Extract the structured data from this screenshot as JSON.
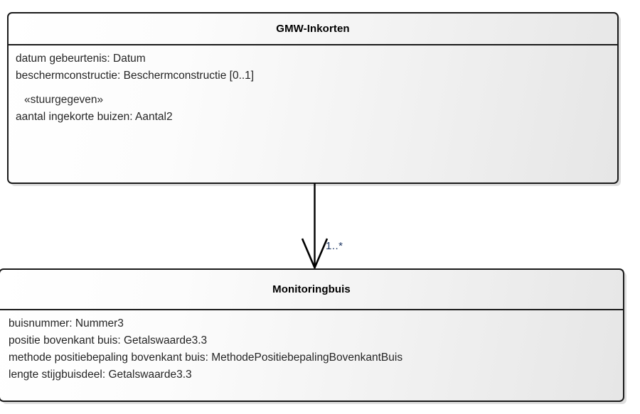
{
  "diagram": {
    "type": "uml-class-diagram",
    "background_color": "#ffffff",
    "classes": [
      {
        "name": "GMW-Inkorten",
        "attributes": [
          {
            "kind": "attribute",
            "text": "datum gebeurtenis: Datum"
          },
          {
            "kind": "attribute",
            "text": "beschermconstructie: Beschermconstructie [0..1]"
          },
          {
            "kind": "spacer",
            "text": ""
          },
          {
            "kind": "stereotype",
            "text": "«stuurgegeven»"
          },
          {
            "kind": "attribute",
            "text": "aantal ingekorte buizen: Aantal2"
          }
        ]
      },
      {
        "name": "Monitoringbuis",
        "attributes": [
          {
            "kind": "attribute",
            "text": "buisnummer: Nummer3"
          },
          {
            "kind": "attribute",
            "text": "positie bovenkant buis: Getalswaarde3.3"
          },
          {
            "kind": "attribute",
            "text": "methode positiebepaling bovenkant buis: MethodePositiebepalingBovenkantBuis"
          },
          {
            "kind": "attribute",
            "text": "lengte stijgbuisdeel: Getalswaarde3.3"
          }
        ]
      }
    ],
    "connector": {
      "style": "open-arrow",
      "direction": "down",
      "from": "GMW-Inkorten",
      "to": "Monitoringbuis",
      "multiplicity": "1..*",
      "multiplicity_color": "#1f3864",
      "line_color": "#000000"
    },
    "colors": {
      "border": "#1a1a1a",
      "fill_light": "#ffffff",
      "fill_dark": "#e6e6e6",
      "text": "#252525",
      "title_text": "#000000"
    }
  }
}
